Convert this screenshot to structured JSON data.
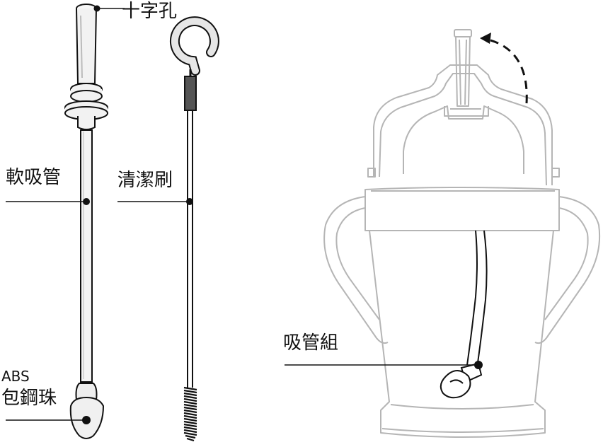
{
  "labels": {
    "cross_hole": "十字孔",
    "soft_straw": "軟吸管",
    "cleaning_brush": "清潔刷",
    "abs": "ABS",
    "steel_ball": "包鋼珠",
    "straw_set": "吸管組"
  },
  "colors": {
    "ink": "#111111",
    "cup_outline": "#b5b5b5",
    "straw_fill": "#f2f2f2",
    "dark_fill": "#555555"
  }
}
